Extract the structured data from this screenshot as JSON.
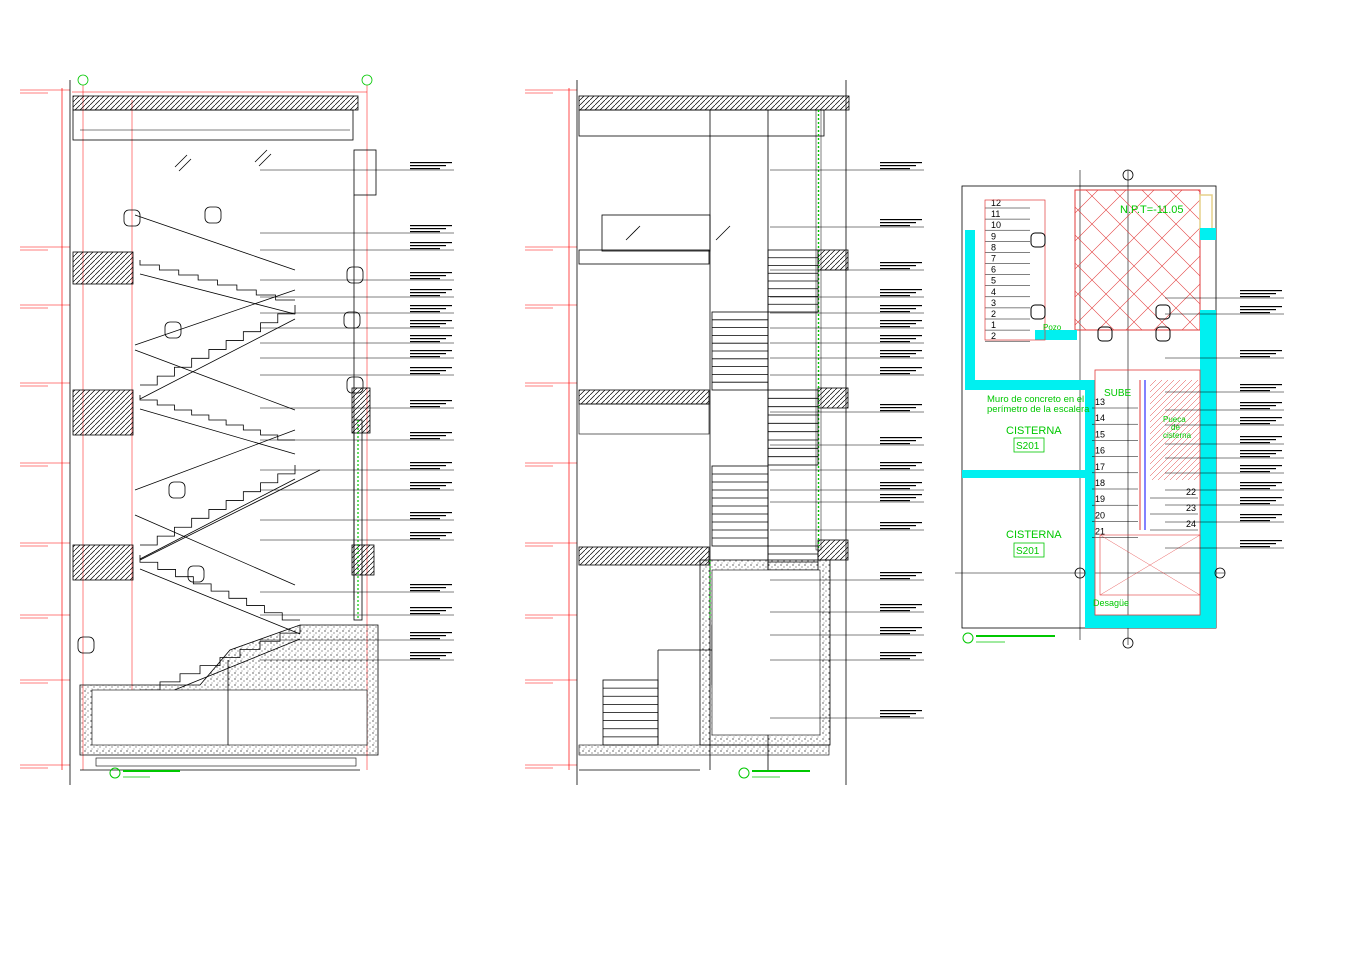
{
  "colors": {
    "ink": "#000000",
    "level_red": "#ff0000",
    "tag_green": "#00c800",
    "wall_cyan": "#00f0f0",
    "hatch_red": "#e23b3b",
    "paper": "#ffffff"
  },
  "plan": {
    "level_tag": "N.P.T=-11.05",
    "wall_note_line1": "Muro de concreto en el",
    "wall_note_line2": "perímetro de la escalera",
    "tank1_label": "CISTERNA",
    "tank1_code": "S201",
    "tank2_label": "CISTERNA",
    "tank2_code": "S201",
    "up_label": "SUBE",
    "pump_label": "Pozo",
    "sump_note_line1": "Pueca",
    "sump_note_line2": "de",
    "sump_note_line3": "cisterna",
    "drain_label": "Desagüe",
    "left_steps": [
      "12",
      "11",
      "10",
      "9",
      "8",
      "7",
      "6",
      "5",
      "4",
      "3",
      "2",
      "1",
      "2"
    ],
    "right_steps": [
      "13",
      "14",
      "15",
      "16",
      "17",
      "18",
      "19",
      "20",
      "21"
    ],
    "landing_steps": [
      "22",
      "23",
      "24"
    ]
  },
  "icons": {
    "grid_bubble": "grid-bubble-icon",
    "section_tag": "section-tag-icon",
    "north_arrow": "north-arrow-icon"
  }
}
